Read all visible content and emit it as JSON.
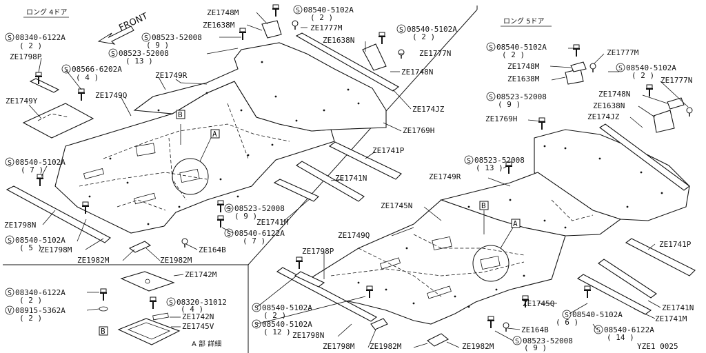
{
  "diagram": {
    "section_titles": {
      "long_4door": "ロング 4ドア",
      "long_5door": "ロング 5ドア",
      "detail_a": "A 部 詳細"
    },
    "front_label": "FRONT",
    "figure_code": "YZE1 0025",
    "callouts": {
      "a": "A",
      "b": "B"
    },
    "left_parts": [
      {
        "code": "08340-6122A",
        "qty": "( 2 )"
      },
      {
        "code": "ZE1798P"
      },
      {
        "code": "08566-6202A",
        "qty": "( 4 )"
      },
      {
        "code": "ZE1749Y"
      },
      {
        "code": "ZE1749R"
      },
      {
        "code": "ZE1749Q"
      },
      {
        "code": "08540-5102A",
        "qty": "( 7 )"
      },
      {
        "code": "ZE1798N"
      },
      {
        "code": "08540-5102A",
        "qty": "( 5 )"
      },
      {
        "code": "ZE1798M"
      },
      {
        "code": "ZE1982M"
      },
      {
        "code": "ZE1982M"
      },
      {
        "code": "ZE1748M"
      },
      {
        "code": "ZE1638M"
      },
      {
        "code": "08523-52008",
        "qty": "( 9 )"
      },
      {
        "code": "08523-52008",
        "qty": "( 13 )"
      },
      {
        "code": "08540-5102A",
        "qty": "( 2 )"
      },
      {
        "code": "ZE1777M"
      },
      {
        "code": "08540-5102A",
        "qty": "( 2 )"
      },
      {
        "code": "ZE1638N"
      },
      {
        "code": "ZE1777N"
      },
      {
        "code": "ZE1748N"
      },
      {
        "code": "ZE174JZ"
      },
      {
        "code": "ZE1769H"
      },
      {
        "code": "ZE1741P"
      },
      {
        "code": "ZE1741N"
      },
      {
        "code": "ZE1741M"
      },
      {
        "code": "08523-52008",
        "qty": "( 9 )"
      },
      {
        "code": "08540-6122A",
        "qty": "( 7 )"
      },
      {
        "code": "ZE164B"
      }
    ],
    "detail_parts": [
      {
        "code": "08340-6122A",
        "qty": "( 2 )"
      },
      {
        "code": "08915-5362A",
        "qty": "( 2 )"
      },
      {
        "code": "ZE1742M"
      },
      {
        "code": "08320-31012",
        "qty": "( 4 )"
      },
      {
        "code": "ZE1742N"
      },
      {
        "code": "ZE1745V"
      }
    ],
    "right_parts": [
      {
        "code": "08540-5102A",
        "qty": "( 2 )"
      },
      {
        "code": "ZE1777M"
      },
      {
        "code": "ZE1748M"
      },
      {
        "code": "08540-5102A",
        "qty": "( 2 )"
      },
      {
        "code": "ZE1638M"
      },
      {
        "code": "ZE1777N"
      },
      {
        "code": "ZE1748N"
      },
      {
        "code": "08523-52008",
        "qty": "( 9 )"
      },
      {
        "code": "ZE1638N"
      },
      {
        "code": "ZE174JZ"
      },
      {
        "code": "ZE1769H"
      },
      {
        "code": "08523-52008",
        "qty": "( 13 )"
      },
      {
        "code": "ZE1749R"
      },
      {
        "code": "ZE1745N"
      },
      {
        "code": "ZE1749Q"
      },
      {
        "code": "ZE1798P"
      },
      {
        "code": "ZE1741P"
      },
      {
        "code": "ZE1741N"
      },
      {
        "code": "ZE1741M"
      },
      {
        "code": "ZE1745Q"
      },
      {
        "code": "08540-5102A",
        "qty": "( 6 )"
      },
      {
        "code": "08540-5102A",
        "qty": "( 2 )"
      },
      {
        "code": "08540-5102A",
        "qty": "( 12 )"
      },
      {
        "code": "ZE1798N"
      },
      {
        "code": "ZE1798M"
      },
      {
        "code": "ZE1982M"
      },
      {
        "code": "ZE1982M"
      },
      {
        "code": "ZE164B"
      },
      {
        "code": "08523-52008",
        "qty": "( 9 )"
      },
      {
        "code": "08540-6122A",
        "qty": "( 14 )"
      }
    ]
  }
}
